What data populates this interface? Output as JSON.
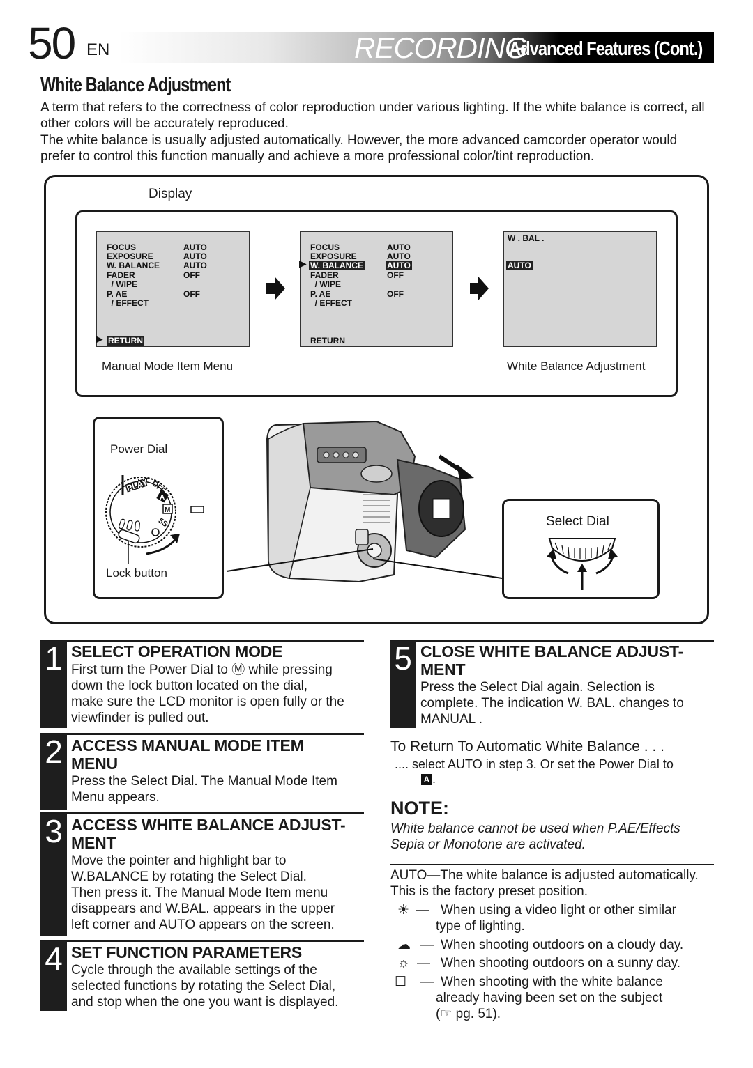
{
  "header": {
    "page_number": "50",
    "lang": "EN",
    "section": "RECORDING",
    "subsection": "Advanced Features (Cont.)"
  },
  "section_title": "White Balance Adjustment",
  "intro": [
    "A term that refers to the correctness of color reproduction under various lighting. If the white balance is correct, all other colors will be accurately reproduced.",
    "The white balance is usually adjusted automatically. However, the more advanced camcorder operator would prefer to control this function manually and achieve a more professional color/tint reproduction."
  ],
  "figure": {
    "display_label": "Display",
    "screen1": {
      "rows": [
        "FOCUS",
        "EXPOSURE",
        "W. BALANCE",
        "FADER",
        "  / WIPE",
        "P. AE",
        "  / EFFECT"
      ],
      "values": [
        "AUTO",
        "AUTO",
        "AUTO",
        "OFF",
        "",
        "OFF",
        ""
      ],
      "return": "RETURN"
    },
    "screen2": {
      "rows": [
        "FOCUS",
        "EXPOSURE",
        "W. BALANCE",
        "FADER",
        "  / WIPE",
        "P. AE",
        "  / EFFECT"
      ],
      "values": [
        "AUTO",
        "AUTO",
        "AUTO",
        "OFF",
        "",
        "OFF",
        ""
      ],
      "return": "RETURN"
    },
    "screen3": {
      "title": "W . BAL .",
      "value": "AUTO"
    },
    "caption_left": "Manual Mode Item Menu",
    "caption_right": "White Balance Adjustment",
    "power_dial_label": "Power Dial",
    "lock_button_label": "Lock button",
    "select_dial_label": "Select Dial",
    "dial_marks": {
      "play": "PLAY",
      "off": "OFF",
      "a": "A",
      "m": "M",
      "5s": "5S"
    }
  },
  "steps": [
    {
      "number": "1",
      "title": "SELECT OPERATION MODE",
      "body": [
        "First turn the Power Dial to  Ⓜ  while pressing",
        "down the lock button located on the dial,",
        "make sure the LCD monitor is open fully or the",
        "viewfinder is pulled out."
      ]
    },
    {
      "number": "2",
      "title": [
        "ACCESS MANUAL MODE ITEM",
        "MENU"
      ],
      "body": [
        "Press the Select Dial. The Manual Mode Item",
        "Menu appears."
      ]
    },
    {
      "number": "3",
      "title": [
        "ACCESS WHITE BALANCE ADJUST-",
        "MENT"
      ],
      "body": [
        "Move the pointer and highlight bar to",
        " W.BALANCE  by rotating the Select Dial.",
        "Then press it. The Manual Mode Item menu",
        "disappears and  W.BAL.  appears in the upper",
        "left corner and  AUTO  appears on the screen."
      ]
    },
    {
      "number": "4",
      "title": "SET FUNCTION PARAMETERS",
      "body": [
        "Cycle through the available settings of the",
        "selected functions by rotating the Select Dial,",
        "and stop when the one you want is displayed."
      ]
    },
    {
      "number": "5",
      "title": [
        "CLOSE WHITE BALANCE ADJUST-",
        "MENT"
      ],
      "body": [
        "Press the Select Dial again. Selection is",
        "complete. The indication  W. BAL.  changes to",
        " MANUAL ."
      ]
    }
  ],
  "return_auto": {
    "heading": "To Return To Automatic White Balance . . .",
    "line1": ".... select  AUTO  in step  3. Or set the Power Dial to",
    "line2": " ."
  },
  "note": {
    "heading": "NOTE:",
    "text": [
      "White balance cannot be used when P.AE/Effects",
      "Sepia or Monotone are activated."
    ]
  },
  "wb_modes": {
    "auto_line1": "AUTO—The white balance is adjusted automatically.",
    "auto_line2": "This is the factory preset position.",
    "items": [
      {
        "icon": "☀",
        "dash": "—",
        "text": [
          "When using a video light or other similar",
          "type of lighting."
        ]
      },
      {
        "icon": "☁",
        "dash": "—",
        "text": [
          "When shooting outdoors on a cloudy day."
        ]
      },
      {
        "icon": "☼",
        "dash": "—",
        "text": [
          "When shooting outdoors on a sunny day."
        ]
      },
      {
        "icon": "☐",
        "dash": "—",
        "text": [
          "When shooting with the white balance",
          "already having been set on the subject",
          "(☞ pg. 51)."
        ]
      }
    ]
  }
}
